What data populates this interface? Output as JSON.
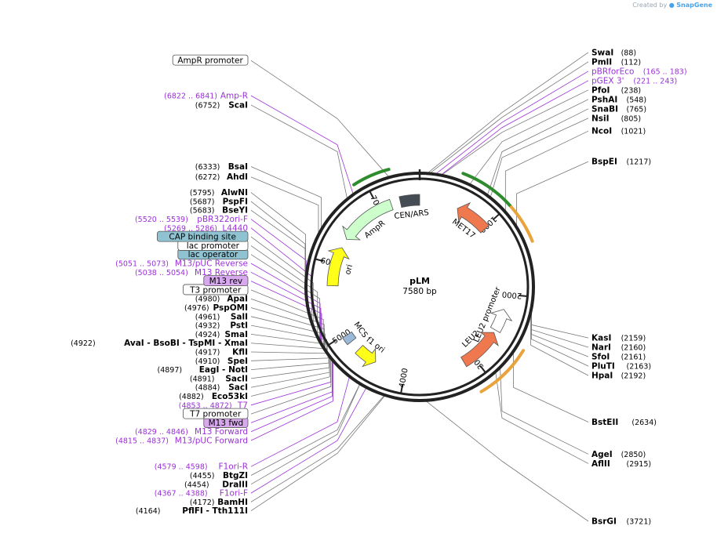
{
  "credit": {
    "text": "Created by",
    "brand": "SnapGene"
  },
  "plasmid": {
    "name": "pLM",
    "size_label": "7580 bp",
    "length": 7580
  },
  "ticks": [
    "1000",
    "2000",
    "3000",
    "4000",
    "5000",
    "6000",
    "7000"
  ],
  "features_in": [
    {
      "name": "CEN/ARS",
      "start": 7310,
      "end": 7580,
      "dir": 0,
      "color": "#454c53"
    },
    {
      "name": "MET17",
      "start": 540,
      "end": 1020,
      "dir": -1,
      "color": "#f0784e"
    },
    {
      "name": "LEU2 promoter",
      "start": 2210,
      "end": 2520,
      "dir": -1,
      "color": "#ffffff"
    },
    {
      "name": "LEU2",
      "start": 2560,
      "end": 3150,
      "dir": -1,
      "color": "#f0784e"
    },
    {
      "name": "f1 ori",
      "start": 4430,
      "end": 4720,
      "dir": -1,
      "color": "#ffff1a"
    },
    {
      "name": "MCS",
      "start": 4870,
      "end": 4980,
      "dir": 0,
      "color": "#9ab8d8"
    },
    {
      "name": "ori",
      "start": 5700,
      "end": 6250,
      "dir": 1,
      "color": "#ffff1a"
    },
    {
      "name": "AmpR",
      "start": 6380,
      "end": 7180,
      "dir": -1,
      "color": "#ccffcc"
    }
  ],
  "arcs_out": [
    {
      "start": 6890,
      "end": 7270,
      "color": "#2e8b2e"
    },
    {
      "start": 440,
      "end": 1020,
      "color": "#2e8b2e"
    },
    {
      "start": 1030,
      "end": 1430,
      "color": "#e8a33c"
    },
    {
      "start": 2560,
      "end": 3150,
      "color": "#e8a33c"
    }
  ],
  "labels": [
    {
      "text": "SwaI",
      "pos": "(88)",
      "site": 88,
      "kind": "enz"
    },
    {
      "text": "PmlI",
      "pos": "(112)",
      "site": 112,
      "kind": "enz"
    },
    {
      "text": "pBRforEco",
      "pos": "(165 .. 183)",
      "site": 174,
      "kind": "primer"
    },
    {
      "text": "PfoI",
      "pos": "(238)",
      "site": 238,
      "kind": "enz"
    },
    {
      "text": "pGEX 3'",
      "pos": "(221 .. 243)",
      "site": 232,
      "kind": "primer"
    },
    {
      "text": "PshAI",
      "pos": "(548)",
      "site": 548,
      "kind": "enz"
    },
    {
      "text": "SnaBI",
      "pos": "(765)",
      "site": 765,
      "kind": "enz"
    },
    {
      "text": "NsiI",
      "pos": "(805)",
      "site": 805,
      "kind": "enz"
    },
    {
      "text": "NcoI",
      "pos": "(1021)",
      "site": 1021,
      "kind": "enz"
    },
    {
      "text": "BspEI",
      "pos": "(1217)",
      "site": 1217,
      "kind": "enz"
    },
    {
      "text": "KasI",
      "pos": "(2159)",
      "site": 2159,
      "kind": "enz"
    },
    {
      "text": "NarI",
      "pos": "(2160)",
      "site": 2160,
      "kind": "enz"
    },
    {
      "text": "SfoI",
      "pos": "(2161)",
      "site": 2161,
      "kind": "enz"
    },
    {
      "text": "PluTI",
      "pos": "(2163)",
      "site": 2163,
      "kind": "enz"
    },
    {
      "text": "HpaI",
      "pos": "(2192)",
      "site": 2192,
      "kind": "enz"
    },
    {
      "text": "BstEII",
      "pos": "(2634)",
      "site": 2634,
      "kind": "enz"
    },
    {
      "text": "AgeI",
      "pos": "(2850)",
      "site": 2850,
      "kind": "enz"
    },
    {
      "text": "AflII",
      "pos": "(2915)",
      "site": 2915,
      "kind": "enz"
    },
    {
      "text": "BsrGI",
      "pos": "(3721)",
      "site": 3721,
      "kind": "enz"
    },
    {
      "text": "BamHI",
      "pos": "(4172)",
      "site": 4172,
      "kind": "enz"
    },
    {
      "text": "PflFI - Tth111I",
      "pos": "(4164)",
      "site": 4164,
      "kind": "enz"
    },
    {
      "text": "F1ori-F",
      "pos": "(4367 .. 4388)",
      "site": 4377,
      "kind": "primer"
    },
    {
      "text": "DraIII",
      "pos": "(4454)",
      "site": 4454,
      "kind": "enz"
    },
    {
      "text": "BtgZI",
      "pos": "(4455)",
      "site": 4455,
      "kind": "enz"
    },
    {
      "text": "F1ori-R",
      "pos": "(4579 .. 4598)",
      "site": 4588,
      "kind": "primer"
    },
    {
      "text": "M13/pUC Forward",
      "pos": "(4815 .. 4837)",
      "site": 4826,
      "kind": "primer"
    },
    {
      "text": "M13 Forward",
      "pos": "(4829 .. 4846)",
      "site": 4837,
      "kind": "primer"
    },
    {
      "text": "M13 fwd",
      "pos": "",
      "site": 4838,
      "kind": "boxp"
    },
    {
      "text": "T7",
      "pos": "(4853 .. 4872)",
      "site": 4862,
      "kind": "primer"
    },
    {
      "text": "T7 promoter",
      "pos": "",
      "site": 4860,
      "kind": "box"
    },
    {
      "text": "Eco53kI",
      "pos": "(4882)",
      "site": 4882,
      "kind": "enz"
    },
    {
      "text": "SacI",
      "pos": "(4884)",
      "site": 4884,
      "kind": "enz"
    },
    {
      "text": "SacII",
      "pos": "(4891)",
      "site": 4891,
      "kind": "enz"
    },
    {
      "text": "EagI - NotI",
      "pos": "(4897)",
      "site": 4897,
      "kind": "enz"
    },
    {
      "text": "SpeI",
      "pos": "(4910)",
      "site": 4910,
      "kind": "enz"
    },
    {
      "text": "KflI",
      "pos": "(4917)",
      "site": 4917,
      "kind": "enz"
    },
    {
      "text": "AvaI - BsoBI - TspMI - XmaI",
      "pos": "(4922)",
      "site": 4922,
      "kind": "enzL"
    },
    {
      "text": "SmaI",
      "pos": "(4924)",
      "site": 4924,
      "kind": "enz"
    },
    {
      "text": "PstI",
      "pos": "(4932)",
      "site": 4932,
      "kind": "enz"
    },
    {
      "text": "SalI",
      "pos": "(4961)",
      "site": 4961,
      "kind": "enz"
    },
    {
      "text": "PspOMI",
      "pos": "(4976)",
      "site": 4976,
      "kind": "enz"
    },
    {
      "text": "ApaI",
      "pos": "(4980)",
      "site": 4980,
      "kind": "enz"
    },
    {
      "text": "T3 promoter",
      "pos": "",
      "site": 4995,
      "kind": "box"
    },
    {
      "text": "M13 rev",
      "pos": "",
      "site": 5030,
      "kind": "boxp"
    },
    {
      "text": "M13 Reverse",
      "pos": "(5038 .. 5054)",
      "site": 5046,
      "kind": "primer"
    },
    {
      "text": "lac operator",
      "pos": "",
      "site": 5070,
      "kind": "boxb"
    },
    {
      "text": "M13/pUC Reverse",
      "pos": "(5051 .. 5073)",
      "site": 5062,
      "kind": "primer"
    },
    {
      "text": "lac promoter",
      "pos": "",
      "site": 5120,
      "kind": "box"
    },
    {
      "text": "CAP binding site",
      "pos": "",
      "site": 5230,
      "kind": "boxb"
    },
    {
      "text": "L4440",
      "pos": "(5269 .. 5286)",
      "site": 5277,
      "kind": "primer"
    },
    {
      "text": "pBR322ori-F",
      "pos": "(5520 .. 5539)",
      "site": 5530,
      "kind": "primer"
    },
    {
      "text": "BseYI",
      "pos": "(5683)",
      "site": 5683,
      "kind": "enz"
    },
    {
      "text": "PspFI",
      "pos": "(5687)",
      "site": 5687,
      "kind": "enz"
    },
    {
      "text": "AlwNI",
      "pos": "(5795)",
      "site": 5795,
      "kind": "enz"
    },
    {
      "text": "AhdI",
      "pos": "(6272)",
      "site": 6272,
      "kind": "enz"
    },
    {
      "text": "BsaI",
      "pos": "(6333)",
      "site": 6333,
      "kind": "enz"
    },
    {
      "text": "ScaI",
      "pos": "(6752)",
      "site": 6752,
      "kind": "enz"
    },
    {
      "text": "Amp-R",
      "pos": "(6822 .. 6841)",
      "site": 6831,
      "kind": "primer"
    },
    {
      "text": "AmpR promoter",
      "pos": "",
      "site": 7250,
      "kind": "box"
    }
  ]
}
